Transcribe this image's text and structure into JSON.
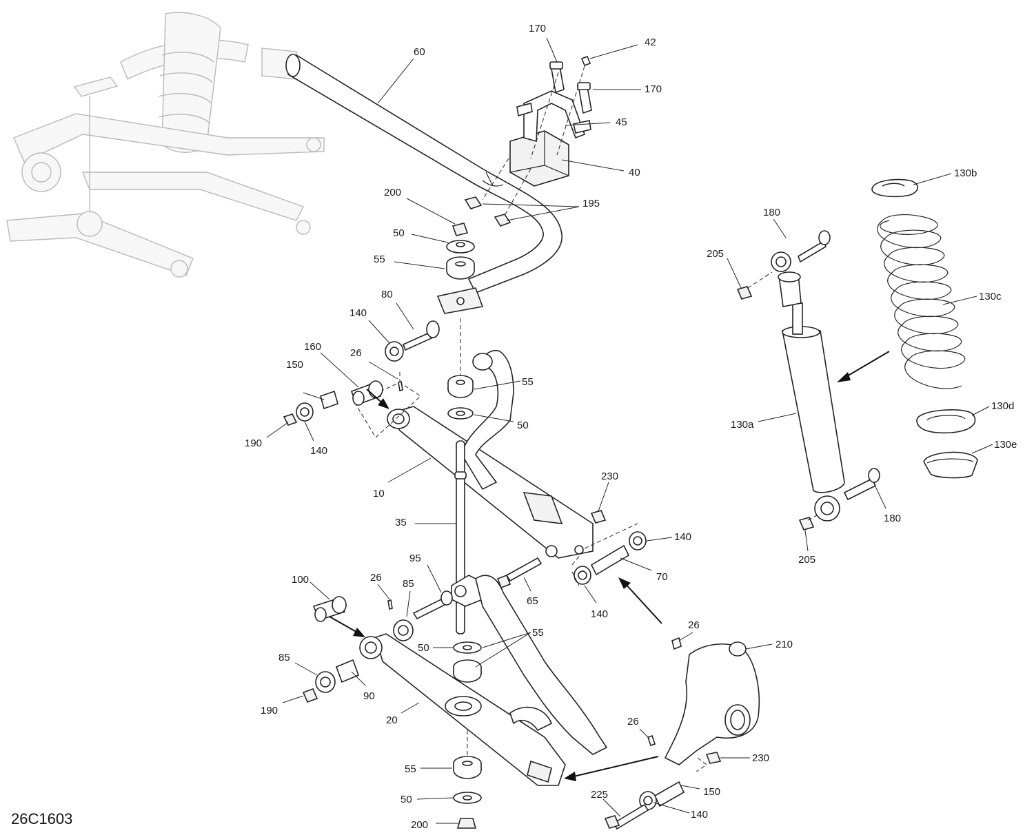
{
  "drawing_code": "26C1603",
  "callouts": [
    {
      "id": "c-60",
      "text": "60"
    },
    {
      "id": "c-170a",
      "text": "170"
    },
    {
      "id": "c-42",
      "text": "42"
    },
    {
      "id": "c-170b",
      "text": "170"
    },
    {
      "id": "c-45",
      "text": "45"
    },
    {
      "id": "c-40",
      "text": "40"
    },
    {
      "id": "c-200a",
      "text": "200"
    },
    {
      "id": "c-195",
      "text": "195"
    },
    {
      "id": "c-50a",
      "text": "50"
    },
    {
      "id": "c-55a",
      "text": "55"
    },
    {
      "id": "c-80",
      "text": "80"
    },
    {
      "id": "c-140a",
      "text": "140"
    },
    {
      "id": "c-160",
      "text": "160"
    },
    {
      "id": "c-26a",
      "text": "26"
    },
    {
      "id": "c-150a",
      "text": "150"
    },
    {
      "id": "c-55b",
      "text": "55"
    },
    {
      "id": "c-50b",
      "text": "50"
    },
    {
      "id": "c-190a",
      "text": "190"
    },
    {
      "id": "c-140b",
      "text": "140"
    },
    {
      "id": "c-10",
      "text": "10"
    },
    {
      "id": "c-230a",
      "text": "230"
    },
    {
      "id": "c-35",
      "text": "35"
    },
    {
      "id": "c-140c",
      "text": "140"
    },
    {
      "id": "c-70",
      "text": "70"
    },
    {
      "id": "c-95",
      "text": "95"
    },
    {
      "id": "c-100",
      "text": "100"
    },
    {
      "id": "c-26b",
      "text": "26"
    },
    {
      "id": "c-85a",
      "text": "85"
    },
    {
      "id": "c-65",
      "text": "65"
    },
    {
      "id": "c-140d",
      "text": "140"
    },
    {
      "id": "c-26c",
      "text": "26"
    },
    {
      "id": "c-210",
      "text": "210"
    },
    {
      "id": "c-55c",
      "text": "55"
    },
    {
      "id": "c-50c",
      "text": "50"
    },
    {
      "id": "c-85b",
      "text": "85"
    },
    {
      "id": "c-90",
      "text": "90"
    },
    {
      "id": "c-190b",
      "text": "190"
    },
    {
      "id": "c-20",
      "text": "20"
    },
    {
      "id": "c-26d",
      "text": "26"
    },
    {
      "id": "c-230b",
      "text": "230"
    },
    {
      "id": "c-55d",
      "text": "55"
    },
    {
      "id": "c-150b",
      "text": "150"
    },
    {
      "id": "c-50d",
      "text": "50"
    },
    {
      "id": "c-225",
      "text": "225"
    },
    {
      "id": "c-140e",
      "text": "140"
    },
    {
      "id": "c-200b",
      "text": "200"
    },
    {
      "id": "c-130b",
      "text": "130b"
    },
    {
      "id": "c-180a",
      "text": "180"
    },
    {
      "id": "c-205a",
      "text": "205"
    },
    {
      "id": "c-130c",
      "text": "130c"
    },
    {
      "id": "c-130a",
      "text": "130a"
    },
    {
      "id": "c-130d",
      "text": "130d"
    },
    {
      "id": "c-130e",
      "text": "130e"
    },
    {
      "id": "c-180b",
      "text": "180"
    },
    {
      "id": "c-205b",
      "text": "205"
    }
  ]
}
